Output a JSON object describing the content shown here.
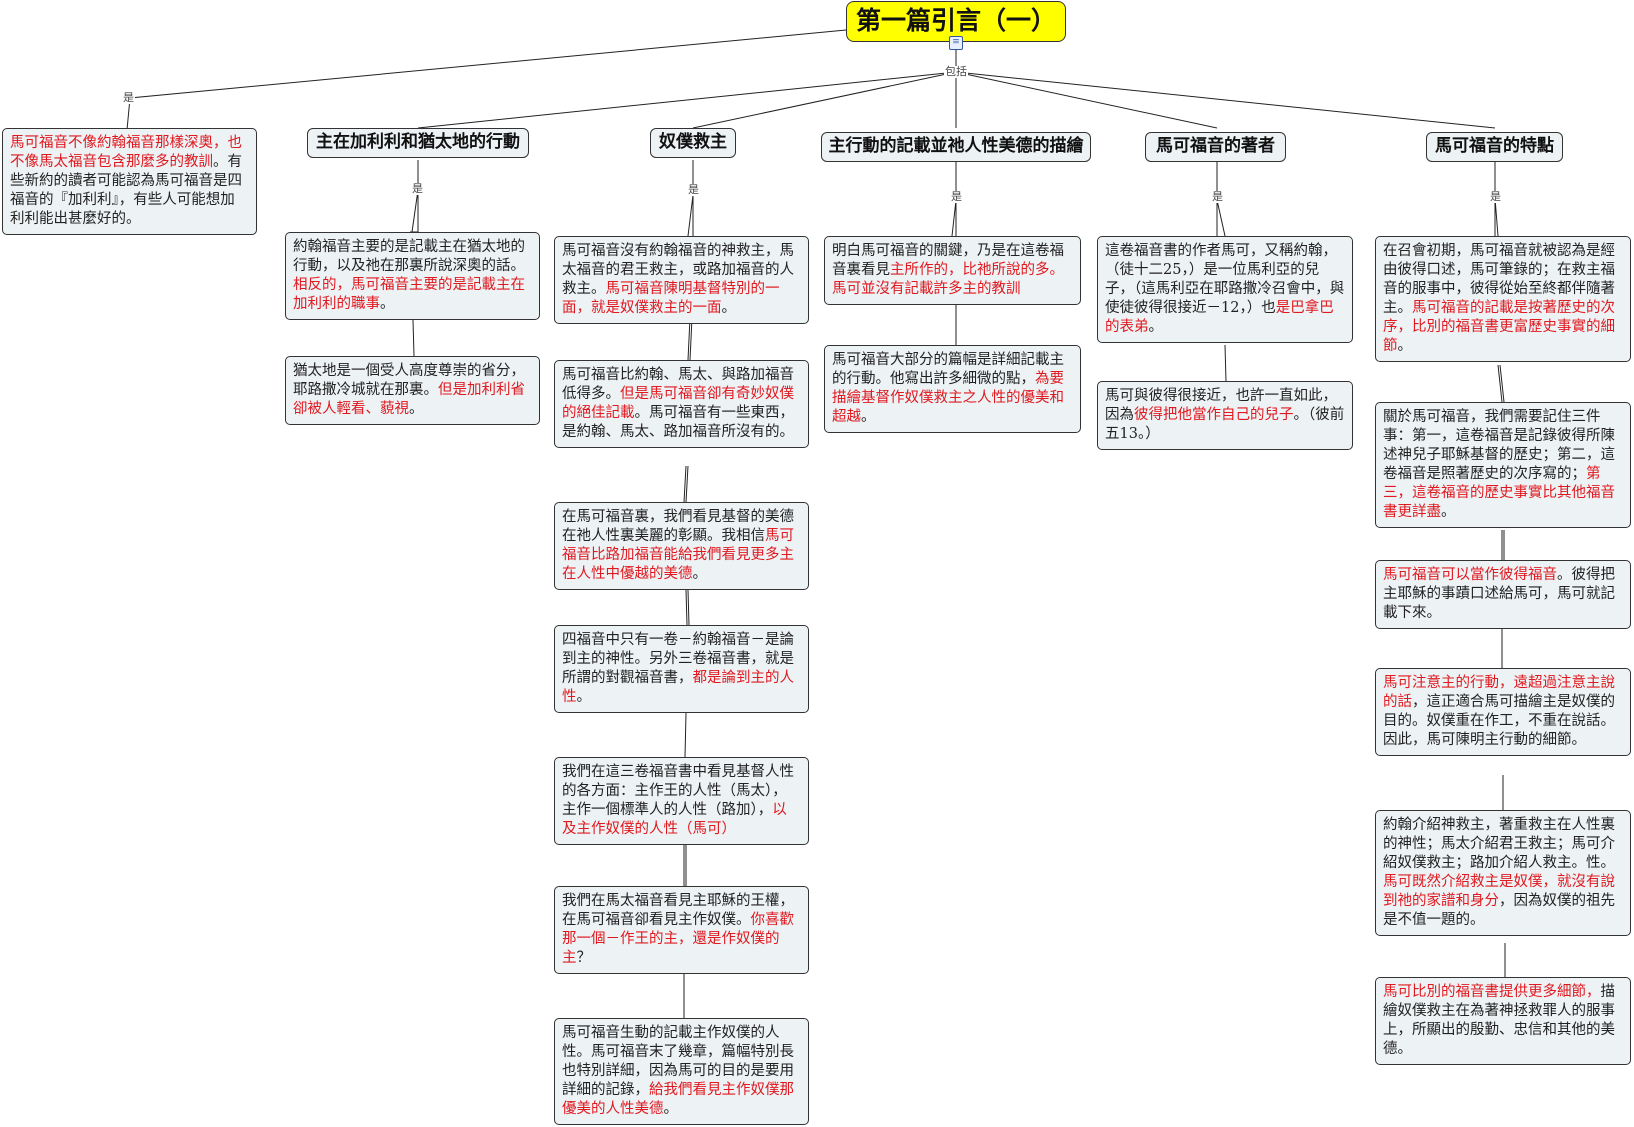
{
  "root": {
    "title": "第一篇引言（一）",
    "icon": "note-icon"
  },
  "edge_labels": {
    "is": "是",
    "includes": "包括"
  },
  "colors": {
    "root_fill": "#ffff00",
    "node_fill": "#edf2f5",
    "highlight_text": "#e0191f",
    "border": "#333333"
  },
  "left_note": {
    "segments": [
      {
        "t": "馬可福音不像約翰福音那樣深奧，也不像馬太福音包含那麼多的教訓",
        "red": true
      },
      {
        "t": "。有些新約的讀者可能認為馬可福音是四福音的『加利利』，有些人可能想加利利能出甚麼好的。",
        "red": false
      }
    ]
  },
  "topics": [
    {
      "title": "主在加利利和猶太地的行動",
      "notes": [
        {
          "segments": [
            {
              "t": "約翰福音主要的是記載主在猶太地的行動，以及祂在那裏所說深奧的話。",
              "red": false
            },
            {
              "t": "相反的，馬可福音主要的是記載主在加利利的職事",
              "red": true
            },
            {
              "t": "。",
              "red": false
            }
          ]
        },
        {
          "segments": [
            {
              "t": "猶太地是一個受人高度尊崇的省分，耶路撒冷城就在那裏。",
              "red": false
            },
            {
              "t": "但是加利利省卻被人輕看、藐視",
              "red": true
            },
            {
              "t": "。",
              "red": false
            }
          ]
        }
      ]
    },
    {
      "title": "奴僕救主",
      "notes": [
        {
          "segments": [
            {
              "t": "馬可福音沒有約翰福音的神救主，馬太福音的君王救主，或路加福音的人救主。",
              "red": false
            },
            {
              "t": "馬可福音陳明基督特別的一面，就是奴僕救主的一面",
              "red": true
            },
            {
              "t": "。",
              "red": false
            }
          ]
        },
        {
          "segments": [
            {
              "t": "馬可福音比約翰、馬太、與路加福音低得多。",
              "red": false
            },
            {
              "t": "但是馬可福音卻有奇妙奴僕的絕佳記載",
              "red": true
            },
            {
              "t": "。馬可福音有一些東西，是約翰、馬太、路加福音所沒有的。",
              "red": false
            }
          ]
        },
        {
          "segments": [
            {
              "t": "在馬可福音裏，我們看見基督的美德在祂人性裏美麗的彰顯。我相信",
              "red": false
            },
            {
              "t": "馬可福音比路加福音能給我們看見更多主在人性中優越的美德",
              "red": true
            },
            {
              "t": "。",
              "red": false
            }
          ]
        },
        {
          "segments": [
            {
              "t": "四福音中只有一卷－約翰福音－是論到主的神性。另外三卷福音書，就是所謂的對觀福音書，",
              "red": false
            },
            {
              "t": "都是論到主的人性",
              "red": true
            },
            {
              "t": "。",
              "red": false
            }
          ]
        },
        {
          "segments": [
            {
              "t": "我們在這三卷福音書中看見基督人性的各方面：主作王的人性（馬太），主作一個標準人的人性（路加），",
              "red": false
            },
            {
              "t": "以及主作奴僕的人性（馬可）",
              "red": true
            }
          ]
        },
        {
          "segments": [
            {
              "t": "我們在馬太福音看見主耶穌的王權，在馬可福音卻看見主作奴僕。",
              "red": false
            },
            {
              "t": "你喜歡那一個－作王的主，還是作奴僕的主",
              "red": true
            },
            {
              "t": "？",
              "red": false
            }
          ]
        },
        {
          "segments": [
            {
              "t": "馬可福音生動的記載主作奴僕的人性。馬可福音末了幾章，篇幅特別長也特別詳細，因為馬可的目的是要用詳細的記錄，",
              "red": false
            },
            {
              "t": "給我們看見主作奴僕那優美的人性美德",
              "red": true
            },
            {
              "t": "。",
              "red": false
            }
          ]
        }
      ]
    },
    {
      "title": "主行動的記載並祂人性美德的描繪",
      "notes": [
        {
          "segments": [
            {
              "t": "明白馬可福音的關鍵，乃是在這卷福音裏看見",
              "red": false
            },
            {
              "t": "主所作的，比祂所說的多。馬可並沒有記載許多主的教訓",
              "red": true
            }
          ]
        },
        {
          "segments": [
            {
              "t": "馬可福音大部分的篇幅是詳細記載主的行動。他寫出許多細微的點，",
              "red": false
            },
            {
              "t": "為要描繪基督作奴僕救主之人性的優美和超越",
              "red": true
            },
            {
              "t": "。",
              "red": false
            }
          ]
        }
      ]
    },
    {
      "title": "馬可福音的著者",
      "notes": [
        {
          "segments": [
            {
              "t": "這卷福音書的作者馬可，又稱約翰，（徒十二25，）是一位馬利亞的兒子，（這馬利亞在耶路撒冷召會中，與使徒彼得很接近－12，）也",
              "red": false
            },
            {
              "t": "是巴拿巴的表弟",
              "red": true
            },
            {
              "t": "。",
              "red": false
            }
          ]
        },
        {
          "segments": [
            {
              "t": "馬可與彼得很接近，也許一直如此，因為",
              "red": false
            },
            {
              "t": "彼得把他當作自己的兒子",
              "red": true
            },
            {
              "t": "。（彼前五13。）",
              "red": false
            }
          ]
        }
      ]
    },
    {
      "title": "馬可福音的特點",
      "notes": [
        {
          "segments": [
            {
              "t": "在召會初期，馬可福音就被認為是經由彼得口述，馬可筆錄的；在救主福音的服事中，彼得從始至終都伴隨著主。",
              "red": false
            },
            {
              "t": "馬可福音的記載是按著歷史的次序，比別的福音書更富歷史事實的細節",
              "red": true
            },
            {
              "t": "。",
              "red": false
            }
          ]
        },
        {
          "segments": [
            {
              "t": "關於馬可福音，我們需要記住三件事：第一，這卷福音是記錄彼得所陳述神兒子耶穌基督的歷史；第二，這卷福音是照著歷史的次序寫的；",
              "red": false
            },
            {
              "t": "第三，這卷福音的歷史事實比其他福音書更詳盡",
              "red": true
            },
            {
              "t": "。",
              "red": false
            }
          ]
        },
        {
          "segments": [
            {
              "t": "馬可福音可以當作彼得福音",
              "red": true
            },
            {
              "t": "。彼得把主耶穌的事蹟口述給馬可，馬可就記載下來。",
              "red": false
            }
          ]
        },
        {
          "segments": [
            {
              "t": "馬可注意主的行動，",
              "red": true
            },
            {
              "t": "遠超過注意主說的話",
              "red": true
            },
            {
              "t": "，這正適合馬可描繪主是奴僕的目的。奴僕重在作工，不重在說話。因此，馬可陳明主行動的細節。",
              "red": false
            }
          ]
        },
        {
          "segments": [
            {
              "t": "約翰介紹神救主，著重救主在人性裏的神性；馬太介紹君王救主；馬可介紹奴僕救主；路加介紹人救主。性。",
              "red": false
            },
            {
              "t": "馬可既然介紹救主是奴僕，就沒有說到祂的家譜和身分",
              "red": true
            },
            {
              "t": "，因為奴僕的祖先是不值一題的。",
              "red": false
            }
          ]
        },
        {
          "segments": [
            {
              "t": "馬可比別的福音書提供更多細節，",
              "red": true
            },
            {
              "t": "描繪奴僕救主在為著神拯救罪人的服事上，所顯出的殷勤、忠信和其他的美德。",
              "red": false
            }
          ]
        }
      ]
    }
  ]
}
